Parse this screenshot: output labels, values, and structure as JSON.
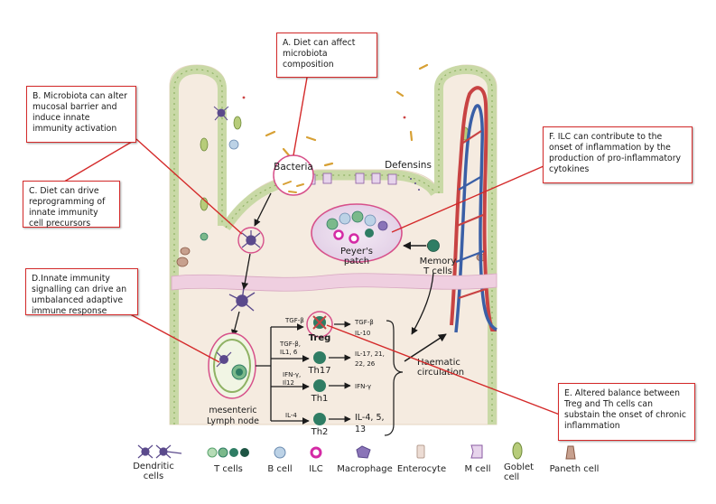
{
  "callouts": {
    "a": "A. Diet can affect microbiota composition",
    "b": "B. Microbiota can alter mucosal barrier and induce innate immunity activation",
    "c": "C. Diet can drive reprogramming of innate immunity cell precursors",
    "d": "D.Innate immunity signalling can drive an umbalanced adaptive immune response",
    "e": "E. Altered balance between Treg and Th cells can substain the onset of chronic inflammation",
    "f": "F. ILC can contribute to the onset of inflammation by the production of pro-inflammatory cytokines"
  },
  "labels": {
    "bacteria": "Bacteria",
    "defensins": "Defensins",
    "peyers_line1": "Peyer's",
    "peyers_line2": "patch",
    "memory_line1": "Memory",
    "memory_line2": "T cells",
    "haematic_line1": "Haematic",
    "haematic_line2": "circulation",
    "lymph_line1": "mesenteric",
    "lymph_line2": "Lymph node"
  },
  "pathway": {
    "treg": {
      "name": "Treg",
      "input": "TGF-β",
      "output_l1": "TGF-β",
      "output_l2": "IL-10"
    },
    "th17": {
      "name": "Th17",
      "input_l1": "TGF-β,",
      "input_l2": "IL1, 6",
      "output_l1": "IL-17, 21,",
      "output_l2": "22, 26"
    },
    "th1": {
      "name": "Th1",
      "input_l1": "IFN-γ,",
      "input_l2": "Il12",
      "output": "IFN-γ"
    },
    "th2": {
      "name": "Th2",
      "input": "IL-4",
      "output_l1": "IL-4, 5,",
      "output_l2": "13"
    }
  },
  "legend": [
    {
      "label": "Dendritic cells",
      "line1": "Dendritic",
      "line2": "cells",
      "icon": "dendritic-cell-icon"
    },
    {
      "label": "T cells",
      "icon": "t-cell-icon"
    },
    {
      "label": "B cell",
      "icon": "b-cell-icon"
    },
    {
      "label": "ILC",
      "icon": "ilc-icon"
    },
    {
      "label": "Macrophage",
      "icon": "macrophage-icon"
    },
    {
      "label": "Enterocyte",
      "icon": "enterocyte-icon"
    },
    {
      "label": "M cell",
      "icon": "m-cell-icon"
    },
    {
      "label": "Goblet cell",
      "line1": "Goblet",
      "line2": "cell",
      "icon": "goblet-cell-icon"
    },
    {
      "label": "Paneth cell",
      "icon": "paneth-cell-icon"
    }
  ],
  "colors": {
    "callout_border": "#d42a2a",
    "tissue": "#f5ebe0",
    "epithelium": "#c9d9a6",
    "artery": "#c84343",
    "vein": "#3a5fa6",
    "dendritic": "#5b4a8c",
    "t_cell": "#2f7d64"
  }
}
